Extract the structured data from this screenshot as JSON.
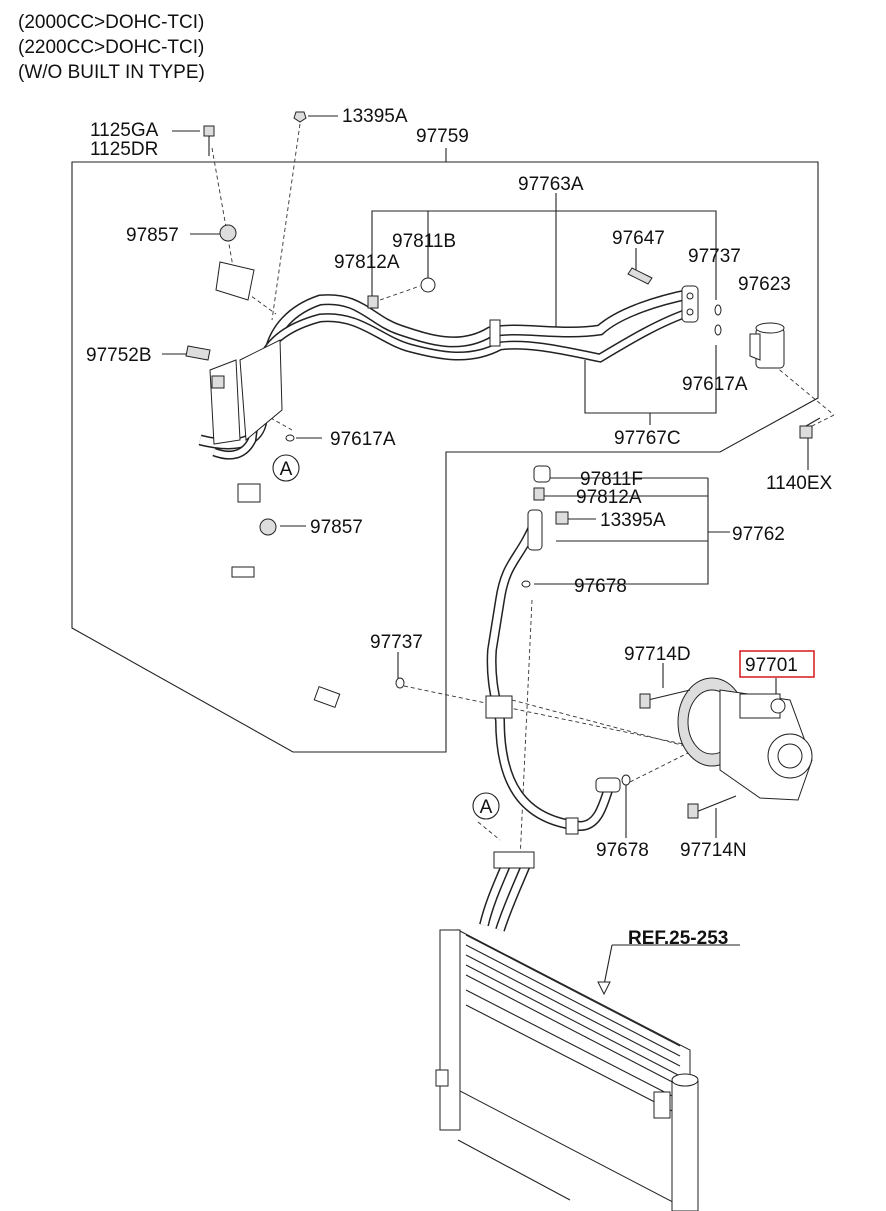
{
  "header": {
    "line1": "(2000CC>DOHC-TCI)",
    "line2": "(2200CC>DOHC-TCI)",
    "line3": "(W/O BUILT IN TYPE)"
  },
  "labels": {
    "p1125ga": "1125GA",
    "p1125dr": "1125DR",
    "p13395a_top": "13395A",
    "p97759": "97759",
    "p97763a": "97763A",
    "p97857_top": "97857",
    "p97811b": "97811B",
    "p97812a_top": "97812A",
    "p97647": "97647",
    "p97737_top": "97737",
    "p97623": "97623",
    "p97752b": "97752B",
    "p97617a_right": "97617A",
    "p97617a_left": "97617A",
    "p97767c": "97767C",
    "p1140ex": "1140EX",
    "p97811f": "97811F",
    "p97812a_mid": "97812A",
    "p13395a_mid": "13395A",
    "p97762": "97762",
    "p97857_mid": "97857",
    "p97678_mid": "97678",
    "p97737_low": "97737",
    "p97714d": "97714D",
    "p97701": "97701",
    "p97678_low": "97678",
    "p97714n": "97714N",
    "ref": "REF.25-253",
    "circleA1": "A",
    "circleA2": "A"
  },
  "colors": {
    "highlight": "#d9262a",
    "line": "#222222"
  }
}
